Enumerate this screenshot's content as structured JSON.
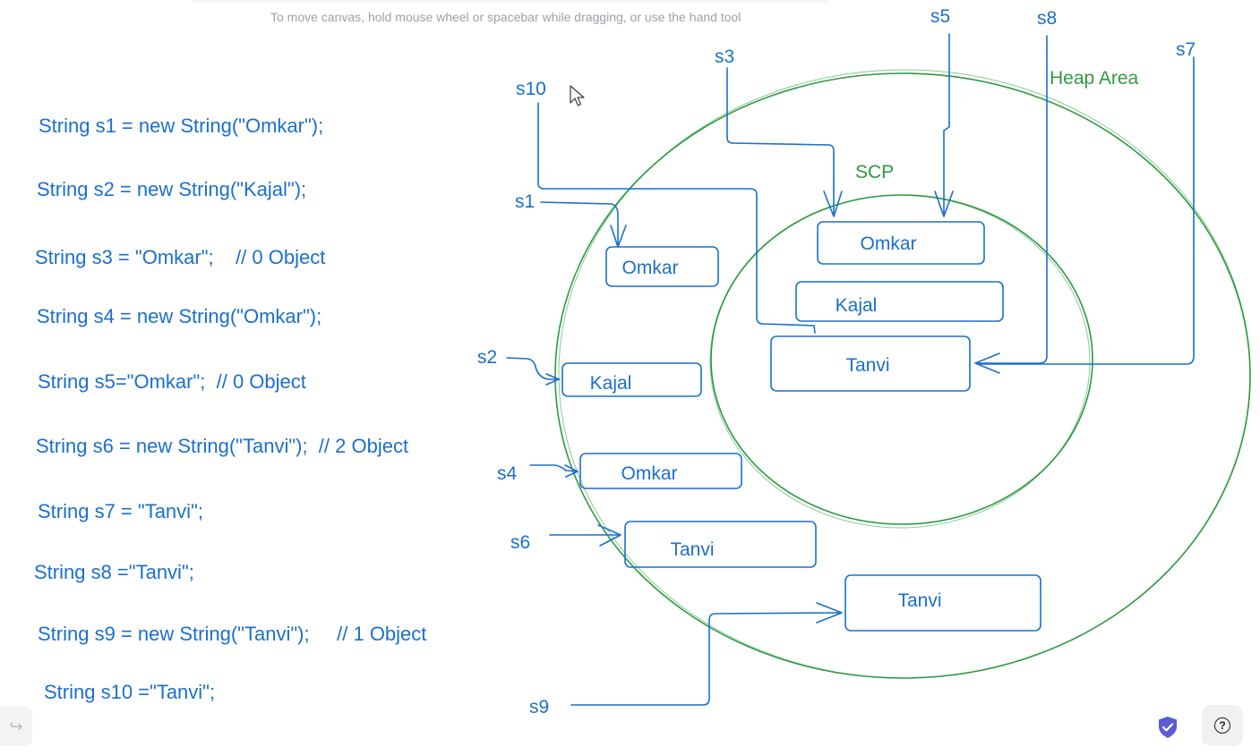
{
  "hint": "To move canvas, hold mouse wheel or spacebar while dragging, or use the hand tool",
  "code_lines": [
    "String s1 = new String(\"Omkar\");",
    "String s2 = new String(\"Kajal\");",
    "String s3 = \"Omkar\";    // 0 Object",
    "String s4 = new String(\"Omkar\");",
    "String s5=\"Omkar\";  // 0 Object",
    "String s6 = new String(\"Tanvi\");  // 2 Object",
    "String s7 = \"Tanvi\";",
    "String s8 =\"Tanvi\";",
    "String s9 = new String(\"Tanvi\");     // 1 Object",
    "String s10 =\"Tanvi\";"
  ],
  "areas": {
    "heap": "Heap Area",
    "scp": "SCP"
  },
  "objects": {
    "heap_omkar_1": "Omkar",
    "heap_kajal": "Kajal",
    "heap_omkar_2": "Omkar",
    "heap_tanvi_1": "Tanvi",
    "heap_tanvi_2": "Tanvi",
    "scp_omkar": "Omkar",
    "scp_kajal": "Kajal",
    "scp_tanvi": "Tanvi"
  },
  "refs": {
    "s1": "s1",
    "s2": "s2",
    "s3": "s3",
    "s4": "s4",
    "s5": "s5",
    "s6": "s6",
    "s7": "s7",
    "s8": "s8",
    "s9": "s9",
    "s10": "s10"
  },
  "colors": {
    "ink": "#1b6fcc",
    "area": "#2e9a40",
    "hint": "#9ea0a6",
    "shield": "#5b5bd6"
  },
  "icons": {
    "undo": "redo-arrow-icon",
    "shield": "shield-check-icon",
    "help": "question-mark-icon",
    "cursor": "mouse-pointer-icon"
  },
  "help_glyph": "?",
  "undo_glyph": "↪"
}
